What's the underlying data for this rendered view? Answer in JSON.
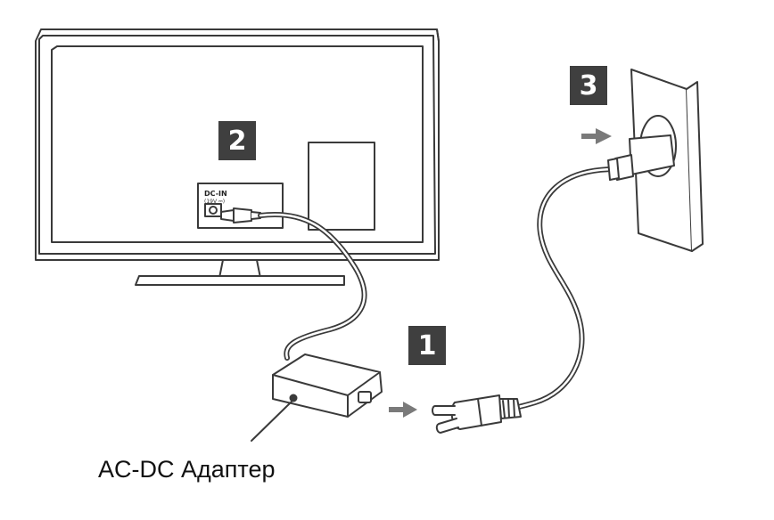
{
  "steps": {
    "one": "1",
    "two": "2",
    "three": "3"
  },
  "labels": {
    "adapter": "AC-DC Адаптер",
    "dc_in": "DC-IN",
    "dc_in_sub": "(19V ⎓)"
  },
  "colors": {
    "line": "#3a3a3a",
    "badge": "#3f3f3f",
    "arrow": "#7a7a7a",
    "panel": "#f4f4f4"
  }
}
